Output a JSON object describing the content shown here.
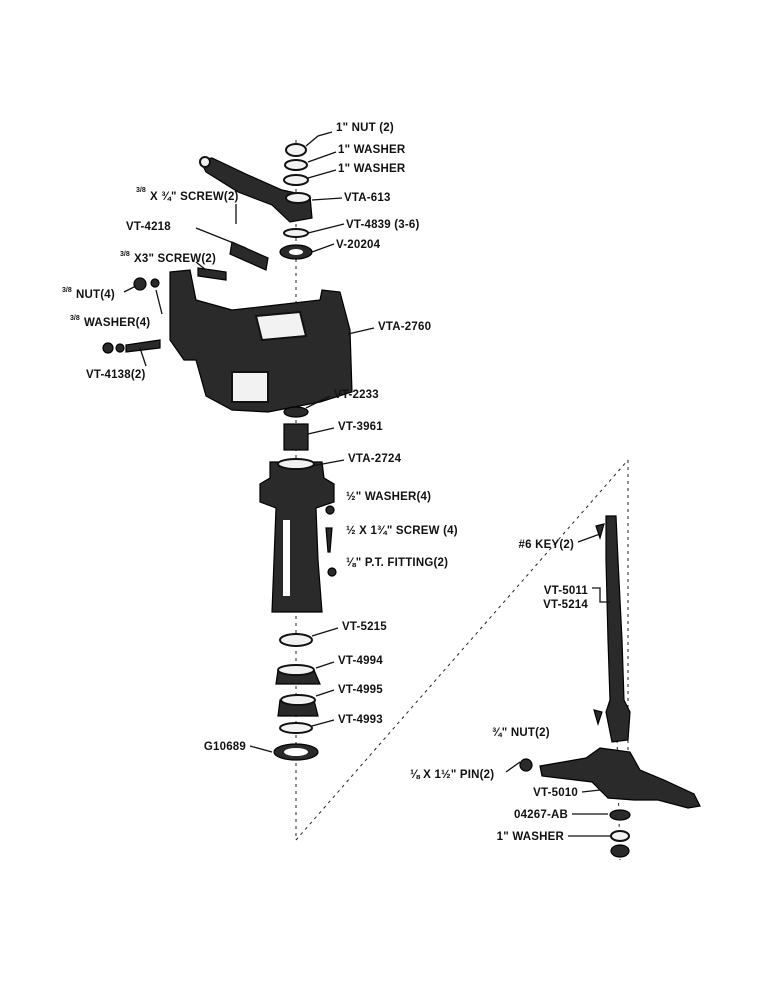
{
  "labels": {
    "nut_1_2": "1\" NUT (2)",
    "washer_1_a": "1\" WASHER",
    "washer_1_b": "1\" WASHER",
    "vta_613": "VTA-613",
    "vt_4839": "VT-4839 (3-6)",
    "v_20204": "V-20204",
    "screw_3_4": "X ¾\" SCREW(2)",
    "vt_4218": "VT-4218",
    "screw_3x3": "X3\" SCREW(2)",
    "nut_4": "NUT(4)",
    "washer_4": "WASHER(4)",
    "vta_2760": "VTA-2760",
    "vt_4138": "VT-4138(2)",
    "vt_2233": "VT-2233",
    "vt_3961": "VT-3961",
    "vta_2724": "VTA-2724",
    "washer_half_4": "½\" WASHER(4)",
    "screw_half": "½ X 1¾\" SCREW (4)",
    "pt_fitting": "⅛\" P.T. FITTING(2)",
    "vt_5215": "VT-5215",
    "vt_4994": "VT-4994",
    "vt_4995": "VT-4995",
    "vt_4993": "VT-4993",
    "g10689": "G10689",
    "key_6": "#6 KEY(2)",
    "vt_5011": "VT-5011",
    "vt_5214": "VT-5214",
    "nut_3_4": "¾\" NUT(2)",
    "pin": "⅛ X 1½\" PIN(2)",
    "vt_5010": "VT-5010",
    "part_04267": "04267-AB",
    "washer_1_c": "1\" WASHER"
  }
}
